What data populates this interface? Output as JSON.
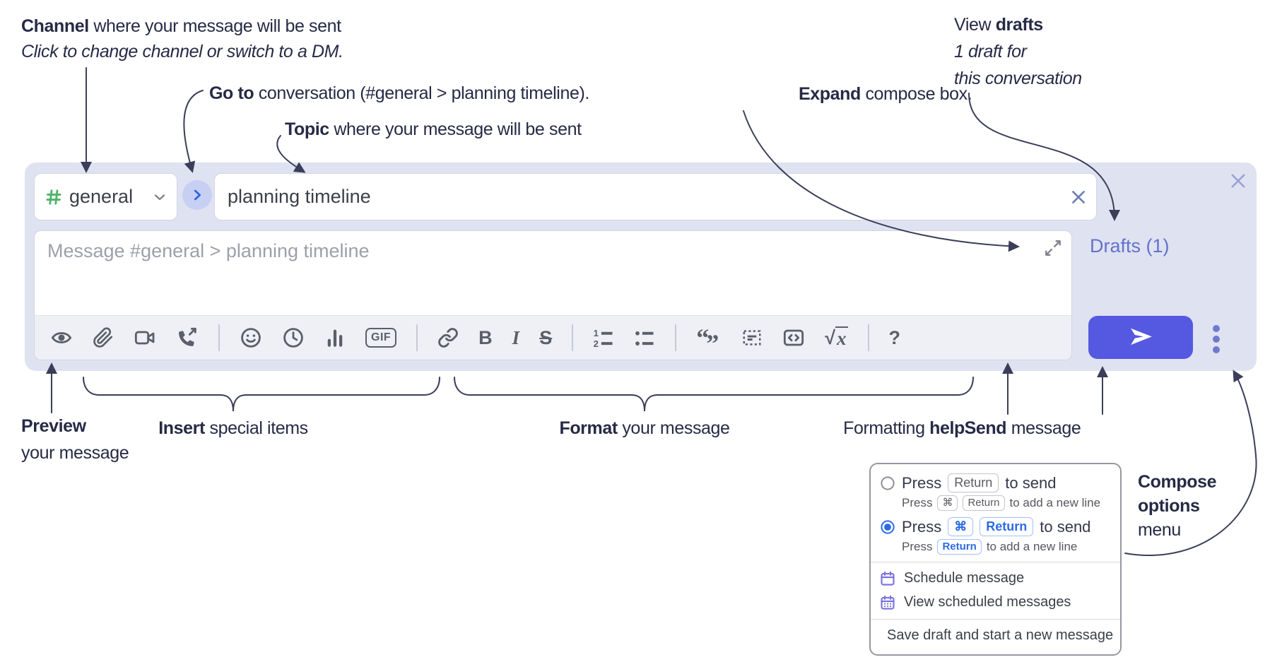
{
  "annotations": {
    "channel": {
      "bold": "Channel",
      "rest": " where your message will be sent",
      "sub": "Click to change channel or switch to a DM."
    },
    "goto": {
      "bold": "Go to",
      "rest": " conversation (#general > planning timeline)."
    },
    "topic": {
      "bold": "Topic",
      "rest": " where your message will be sent"
    },
    "expand": {
      "bold": "Expand",
      "rest": " compose box."
    },
    "drafts": {
      "pre": "View ",
      "bold": "drafts",
      "sub1": "1 draft for",
      "sub2": "this conversation"
    },
    "preview": {
      "bold": "Preview",
      "sub": "your message"
    },
    "insert": {
      "bold": "Insert",
      "rest": " special items"
    },
    "format": {
      "bold": "Format",
      "rest": " your message"
    },
    "help": {
      "pre": "Formatting ",
      "bold": "help"
    },
    "send": {
      "bold": "Send",
      "rest": " message"
    },
    "compose_options": {
      "line1": "Compose",
      "line2": "options",
      "line3": "menu"
    }
  },
  "compose": {
    "channel_name": "general",
    "topic_value": "planning timeline",
    "message_placeholder": "Message #general > planning timeline",
    "drafts_link": "Drafts (1)",
    "toolbar": {
      "gif": "GIF",
      "bold": "B",
      "italic": "I",
      "strike": "S",
      "ol1": "1",
      "ol2": "2",
      "quote_open": "“",
      "quote_close": "”",
      "sqrt": "√",
      "x": "x",
      "help": "?"
    }
  },
  "popup": {
    "opt1": {
      "press": "Press",
      "key": "Return",
      "suffix": "to send",
      "selected": false
    },
    "opt1_sub": {
      "press": "Press",
      "key1": "⌘",
      "key2": "Return",
      "suffix": "to add a new line"
    },
    "opt2": {
      "press": "Press",
      "key1": "⌘",
      "key2": "Return",
      "suffix": "to send",
      "selected": true
    },
    "opt2_sub": {
      "press": "Press",
      "key": "Return",
      "suffix": "to add a new line"
    },
    "menu": [
      {
        "label": "Schedule message"
      },
      {
        "label": "View scheduled messages"
      },
      {
        "label": "Save draft and start a new message"
      }
    ]
  },
  "colors": {
    "container_bg": "#dfe2f1",
    "toolbar_bg": "#eef0f5",
    "send_accent": "#5558e0",
    "drafts_link": "#6472ca",
    "hash_green": "#4fb268",
    "menu_icon_purple": "#7e74dd",
    "radio_blue": "#2d6be4",
    "annotation_ink": "#262a45"
  }
}
